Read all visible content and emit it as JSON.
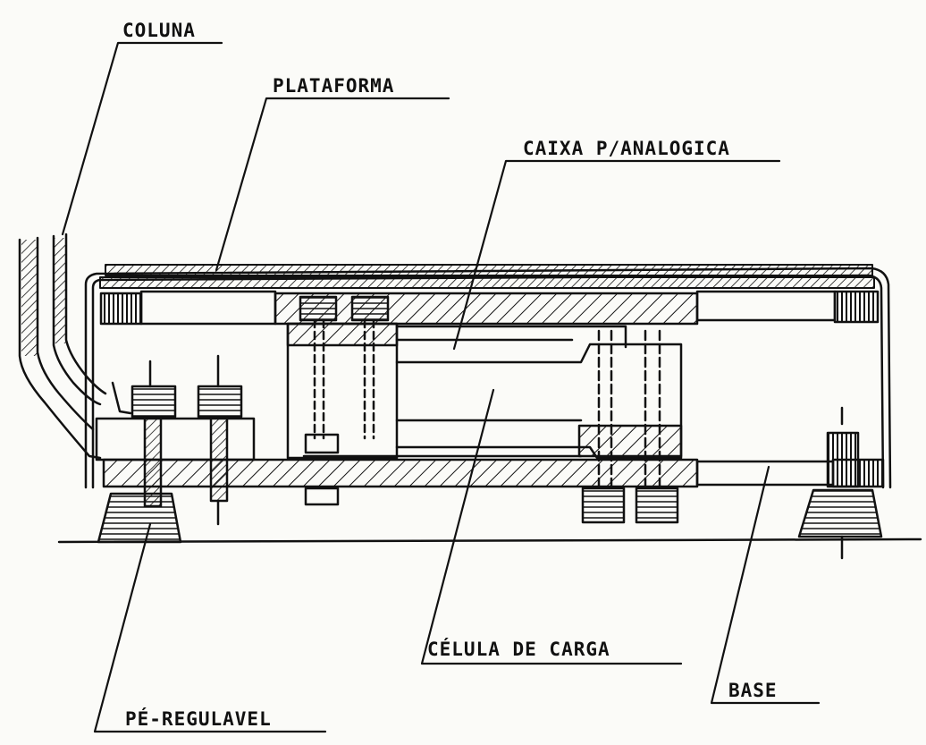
{
  "labels": {
    "coluna": "COLUNA",
    "plataforma": "PLATAFORMA",
    "caixa": "CAIXA P/ANALOGICA",
    "celula": "CÉLULA DE CARGA",
    "base": "BASE",
    "pe": "PÉ-REGULAVEL"
  },
  "colors": {
    "ink": "#111111",
    "paper": "#fbfbf8"
  }
}
